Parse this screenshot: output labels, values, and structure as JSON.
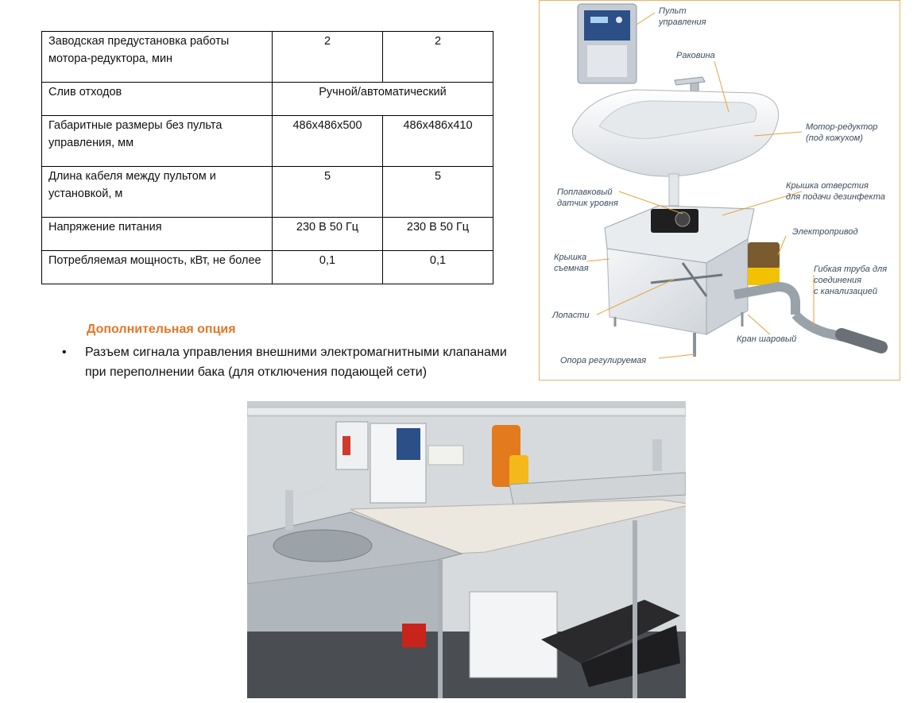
{
  "table": {
    "rows": [
      {
        "label_lines": [
          "Заводская предустановка работы",
          "мотора-редуктора, мин"
        ],
        "values": [
          "2",
          "2"
        ]
      },
      {
        "label_lines": [
          "Слив отходов"
        ],
        "merged_value": "Ручной/автоматический"
      },
      {
        "label_lines": [
          "Габаритные размеры без пульта",
          "управления, мм"
        ],
        "values": [
          "486x486x500",
          "486x486x410"
        ]
      },
      {
        "label_lines": [
          "Длина кабеля между пультом и",
          "установкой, м"
        ],
        "values": [
          "5",
          "5"
        ]
      },
      {
        "label_lines": [
          "Напряжение питания"
        ],
        "values": [
          "230 В 50 Гц",
          "230 В 50 Гц"
        ]
      },
      {
        "label_lines": [
          "Потребляемая мощность, кВт, не более"
        ],
        "values": [
          "0,1",
          "0,1"
        ]
      }
    ]
  },
  "option": {
    "title": "Дополнительная опция",
    "bullet": "•",
    "text_line1": "Разъем сигнала управления внешними электромагнитными клапанами",
    "text_line2": "при переполнении бака (для отключения подающей сети)"
  },
  "diagram": {
    "labels": {
      "control_panel": [
        "Пульт",
        "управления"
      ],
      "sink": [
        "Раковина"
      ],
      "motor": [
        "Мотор-редуктор",
        "(под кожухом)"
      ],
      "lid_hole": [
        "Крышка отверстия",
        "для подачи дезинфекта"
      ],
      "float_sensor": [
        "Поплавковый",
        "датчик уровня"
      ],
      "actuator": [
        "Электропривод"
      ],
      "cover": [
        "Крышка",
        "съемная"
      ],
      "flex_pipe": [
        "Гибкая труба для",
        "соединения",
        "с канализацией"
      ],
      "blades": [
        "Лопасти"
      ],
      "ball_valve": [
        "Кран шаровый"
      ],
      "support": [
        "Опора регулируемая"
      ]
    },
    "colors": {
      "frame": "#e7b46a",
      "leader": "#e8a23c",
      "actuator": "#f2c200"
    }
  }
}
